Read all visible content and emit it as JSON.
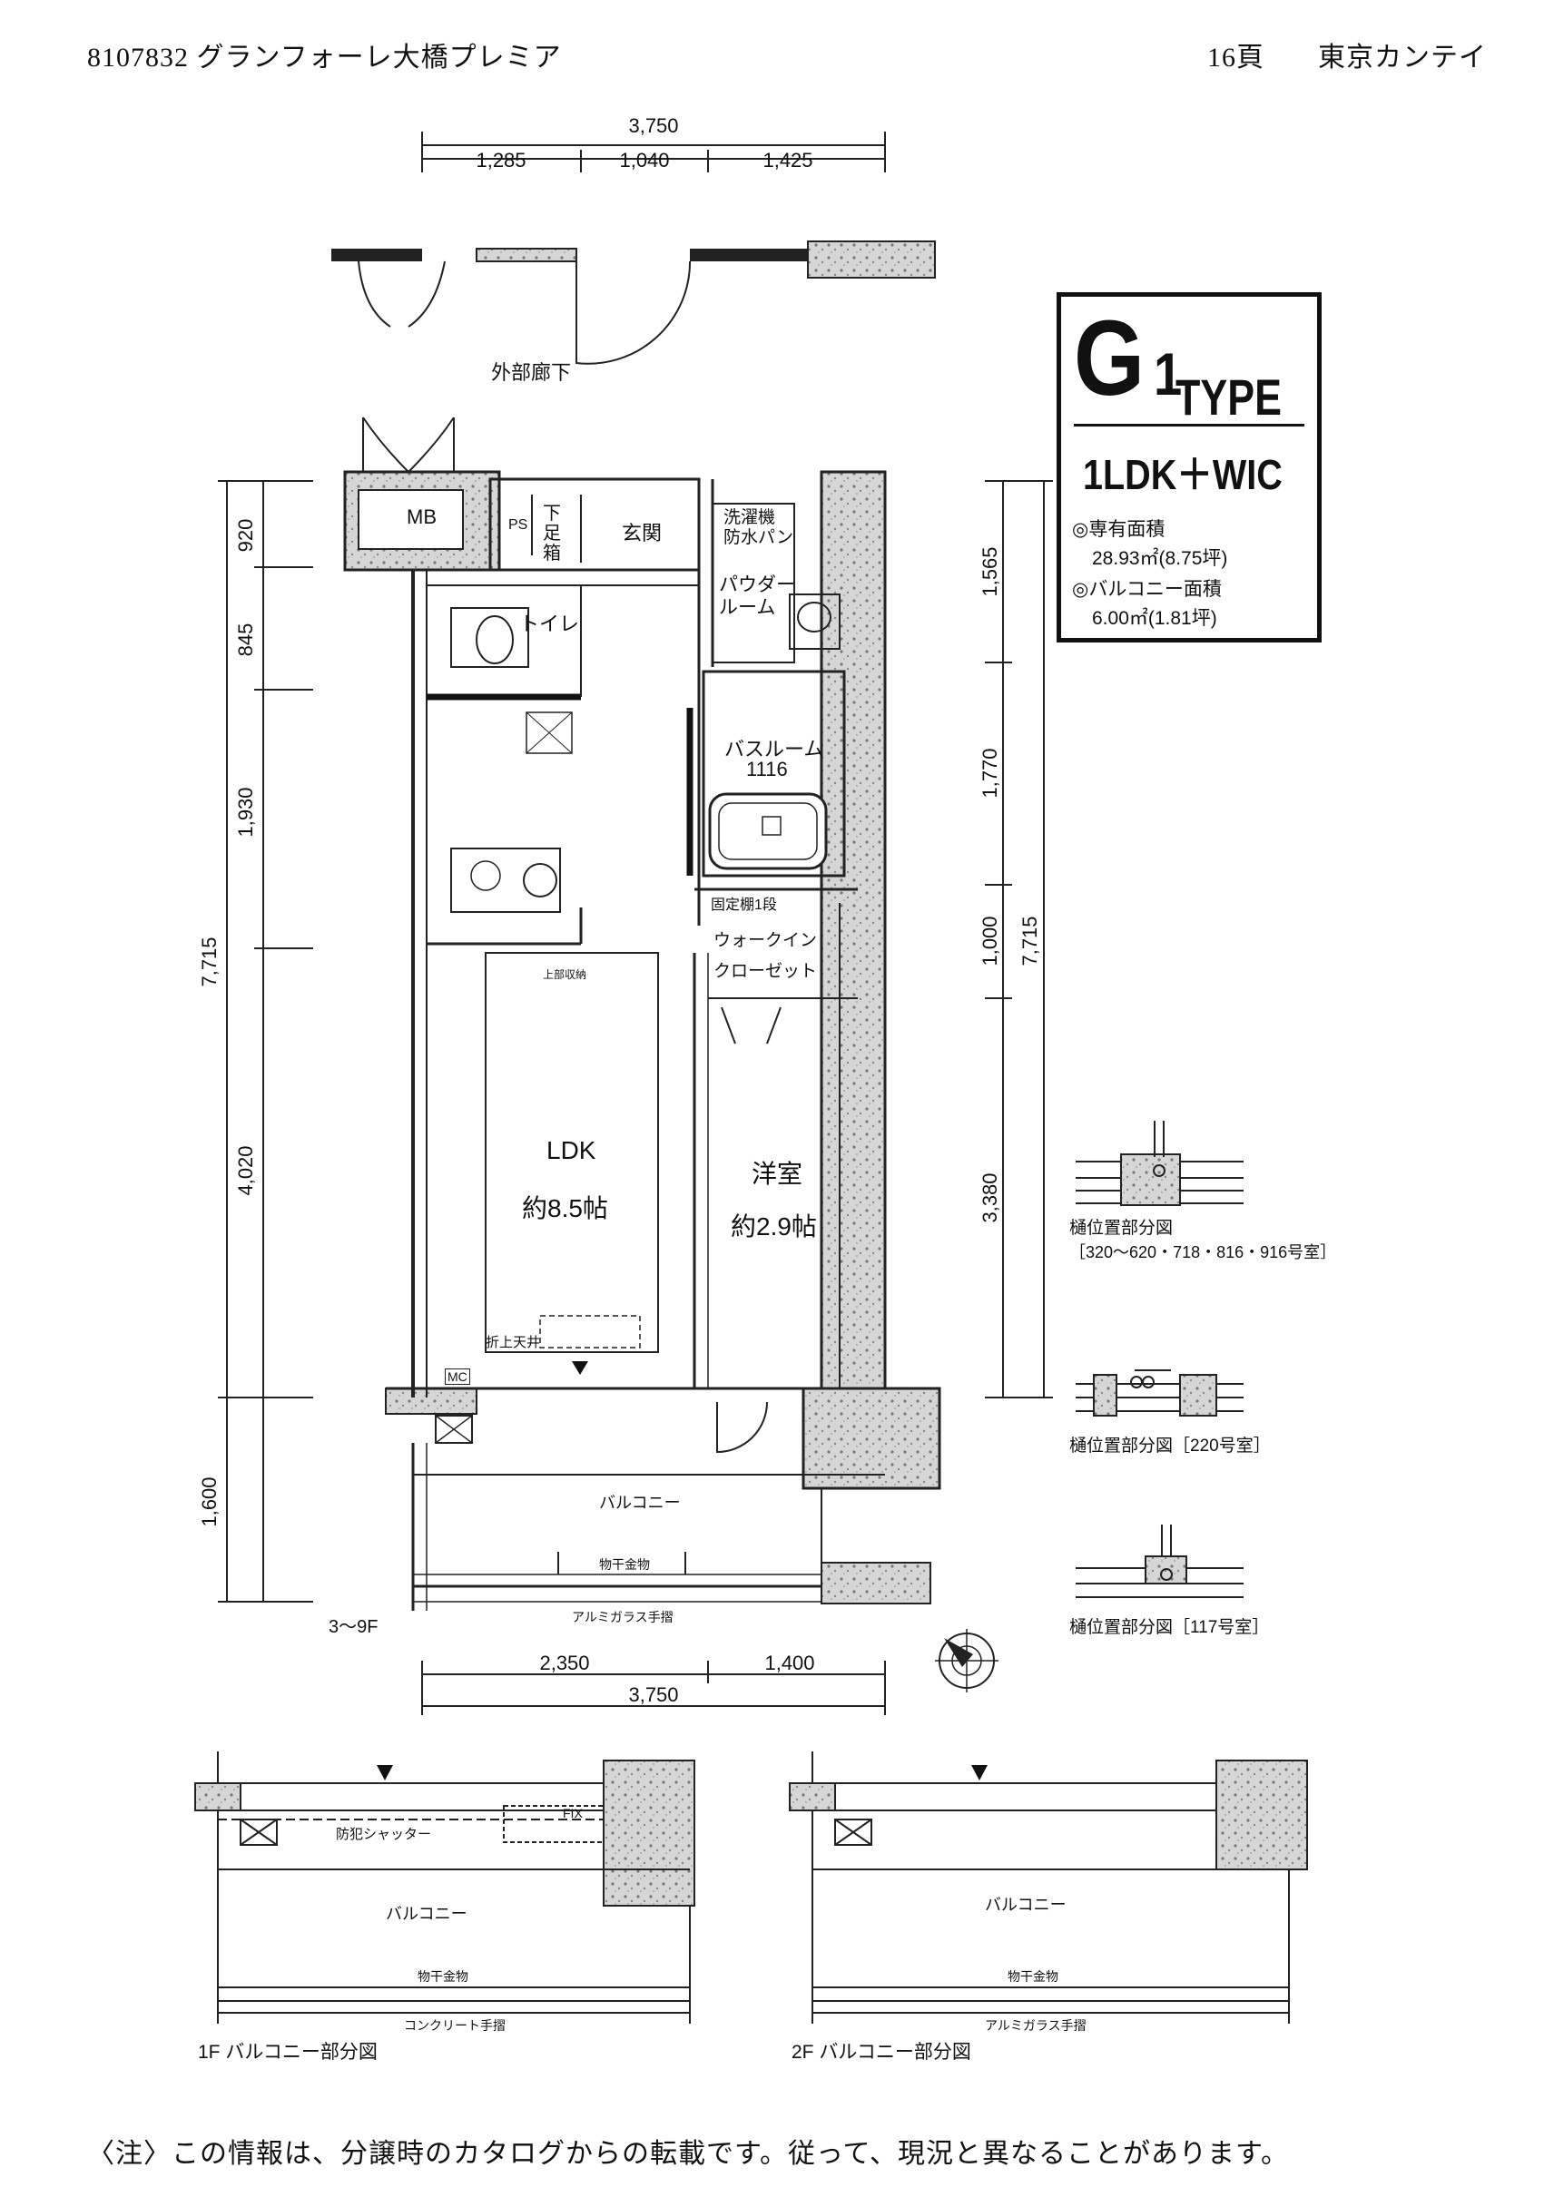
{
  "header": {
    "left": "8107832  グランフォーレ大橋プレミア",
    "page": "16頁",
    "right": "東京カンテイ"
  },
  "unit_badge": {
    "type_letter": "G",
    "type_number": "1",
    "type_word": "TYPE",
    "plan": "1LDK＋WIC",
    "area_label": "◎専有面積",
    "area_value": "28.93㎡(8.75坪)",
    "balcony_label": "◎バルコニー面積",
    "balcony_value": "6.00㎡(1.81坪)"
  },
  "dimensions": {
    "top_total": "3,750",
    "top_parts": [
      "1,285",
      "1,040",
      "1,425"
    ],
    "left_parts": [
      "920",
      "845",
      "1,930",
      "4,020",
      "1,600"
    ],
    "left_total": "7,715",
    "right_parts": [
      "1,565",
      "1,770",
      "1,000",
      "3,380"
    ],
    "right_total": "7,715",
    "bottom_parts": [
      "2,350",
      "1,400"
    ],
    "bottom_total": "3,750"
  },
  "rooms": {
    "outer_corridor": "外部廊下",
    "mb": "MB",
    "ps": "PS",
    "shoebox": "下足箱",
    "entrance": "玄関",
    "washer": "洗濯機\n防水パン",
    "powder": "パウダー\nルーム",
    "toilet": "トイレ",
    "bathroom": "バスルーム",
    "bath_size": "1116",
    "fixed_shelf": "固定棚1段",
    "wic": "ウォークイン\nクローゼット",
    "ldk": "LDK",
    "ldk_size": "約8.5帖",
    "western": "洋室",
    "western_size": "約2.9帖",
    "upper_storage": "上部収納",
    "folded_ceiling": "折上天井",
    "mc": "MC",
    "balcony": "バルコニー",
    "drying_rod": "物干金物",
    "glass_rail": "アルミガラス手摺",
    "floor_range": "3〜9F"
  },
  "gutter_diagrams": [
    {
      "caption": "樋位置部分図",
      "rooms": "［320〜620・718・816・916号室］"
    },
    {
      "caption": "樋位置部分図［220号室］"
    },
    {
      "caption": "樋位置部分図［117号室］"
    }
  ],
  "balcony_partials": [
    {
      "caption": "1F バルコニー部分図",
      "shutter": "防犯シャッター",
      "fix": "FIX",
      "balcony": "バルコニー",
      "rod": "物干金物",
      "rail": "コンクリート手摺"
    },
    {
      "caption": "2F バルコニー部分図",
      "balcony": "バルコニー",
      "rod": "物干金物",
      "rail": "アルミガラス手摺"
    }
  ],
  "note": "〈注〉この情報は、分譲時のカタログからの転載です。従って、現況と異なることがあります。"
}
